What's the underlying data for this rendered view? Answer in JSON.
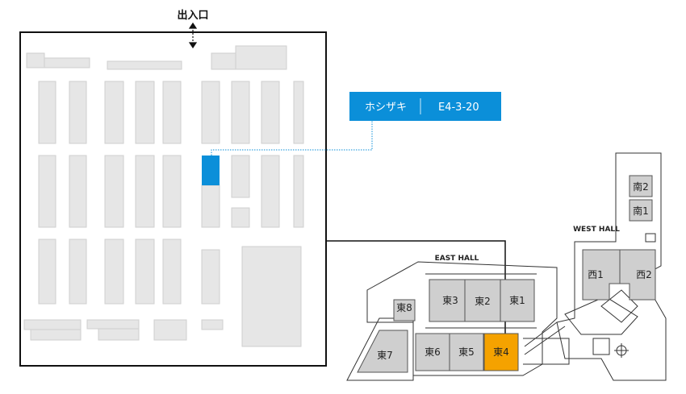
{
  "entrance": {
    "label": "出入口"
  },
  "booth": {
    "company": "ホシザキ",
    "code": "E4-3-20"
  },
  "halls": {
    "east_title": "EAST HALL",
    "west_title": "WEST HALL",
    "east": [
      "東1",
      "東2",
      "東3",
      "東4",
      "東5",
      "東6",
      "東7",
      "東8"
    ],
    "west": [
      "西1",
      "西2"
    ],
    "south": [
      "南1",
      "南2"
    ],
    "highlighted": "東4"
  },
  "colors": {
    "booth_highlight": "#0b8fd9",
    "hall_highlight": "#f5a200",
    "hall_fill": "#cfcfcf",
    "callout_bg": "#0b8fd9"
  }
}
